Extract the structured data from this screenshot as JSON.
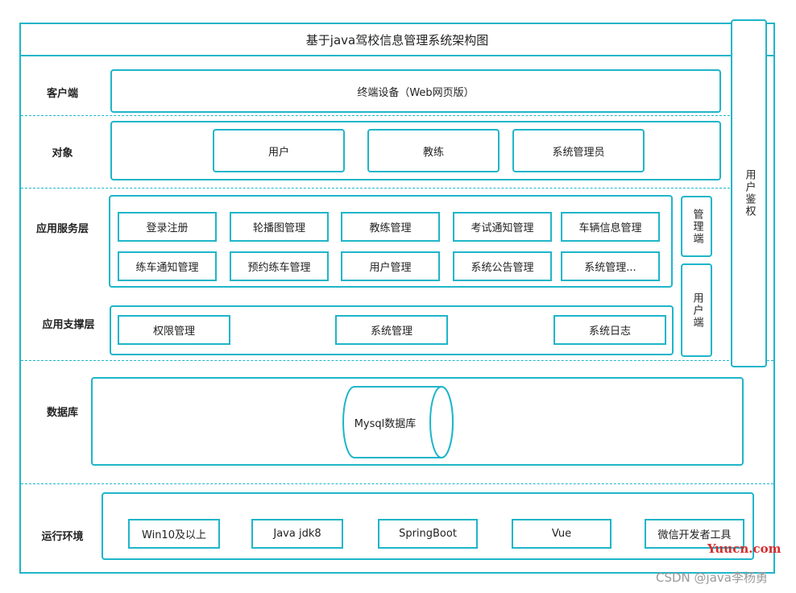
{
  "title": "基于java驾校信息管理系统架构图",
  "layers": {
    "client": {
      "label": "客户端",
      "box": "终端设备（Web网页版）"
    },
    "object": {
      "label": "对象",
      "items": [
        "用户",
        "教练",
        "系统管理员"
      ]
    },
    "app_service": {
      "label": "应用服务层",
      "row1": [
        "登录注册",
        "轮播图管理",
        "教练管理",
        "考试通知管理",
        "车辆信息管理"
      ],
      "row2": [
        "练车通知管理",
        "预约练车管理",
        "用户管理",
        "系统公告管理",
        "系统管理..."
      ]
    },
    "app_support": {
      "label": "应用支撑层",
      "items": [
        "权限管理",
        "系统管理",
        "系统日志"
      ]
    },
    "database": {
      "label": "数据库",
      "item": "Mysql数据库"
    },
    "runtime": {
      "label": "运行环境",
      "items": [
        "Win10及以上",
        "Java jdk8",
        "SpringBoot",
        "Vue",
        "微信开发者工具"
      ]
    }
  },
  "side": {
    "auth": "用户鉴权",
    "admin_end": "管理端",
    "user_end": "用户端"
  },
  "watermarks": {
    "site": "Yuucn.com",
    "csdn": "CSDN @java李杨勇"
  },
  "colors": {
    "stroke": "#1fb5c9",
    "watermark_red": "#d62d2d"
  }
}
